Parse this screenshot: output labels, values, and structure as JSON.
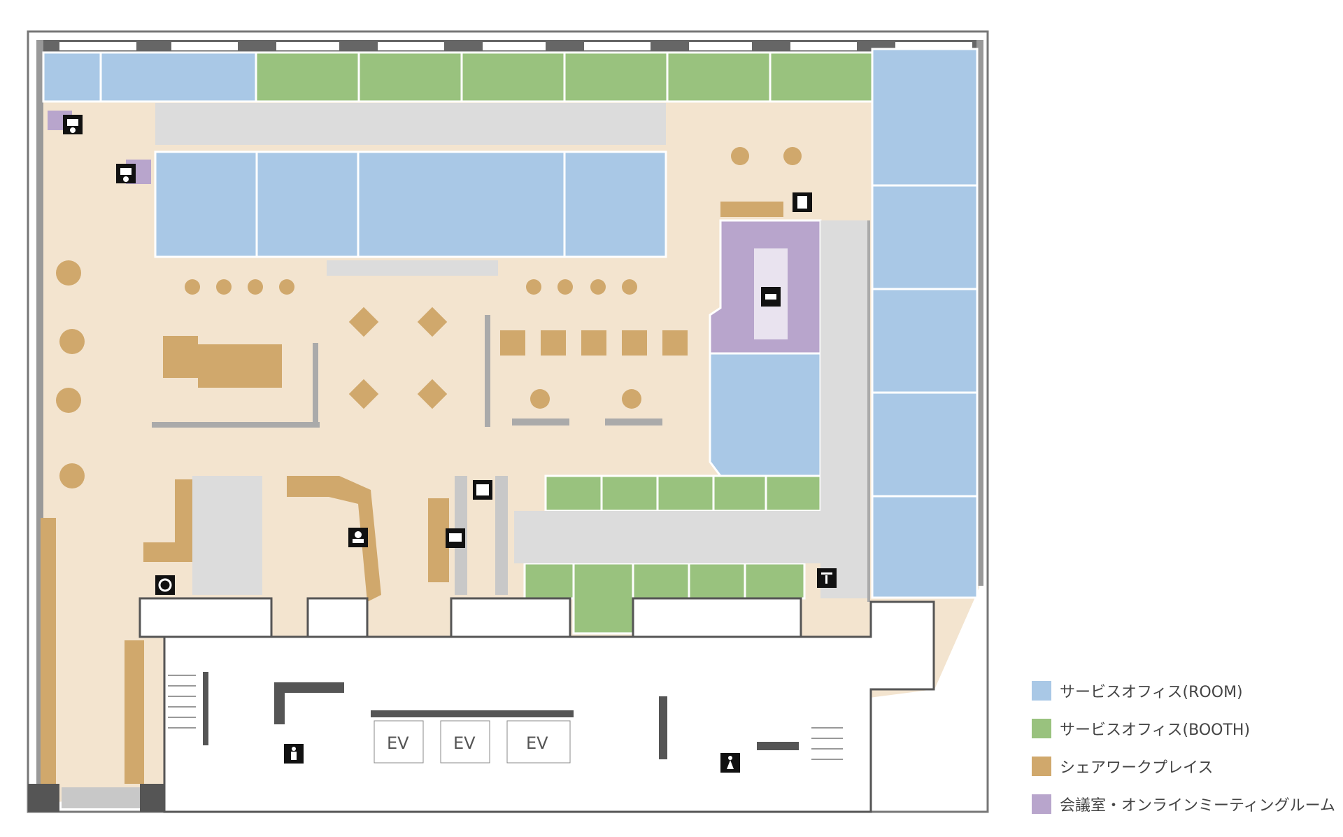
{
  "colors": {
    "service_office_room": "#a9c8e6",
    "service_office_booth": "#99c27e",
    "share_workplace": "#d0a86c",
    "meeting_online_room": "#b8a5cc",
    "floor_beige": "#f3e4cf",
    "corridor_gray": "#dcdcdc",
    "wall_dark": "#555555",
    "frame_white": "#ffffff"
  },
  "icons": [
    "online-meeting-icon",
    "online-meeting-icon",
    "printer-icon",
    "meeting-room-icon",
    "locker-icon",
    "reception-icon",
    "vending-machine-icon",
    "phone-booth-icon",
    "mailbox-icon",
    "restroom-male-icon",
    "restroom-female-icon"
  ],
  "elevators": [
    "EV",
    "EV",
    "EV"
  ],
  "legend": [
    {
      "label": "サービスオフィス(ROOM)",
      "color": "#a9c8e6"
    },
    {
      "label": "サービスオフィス(BOOTH)",
      "color": "#99c27e"
    },
    {
      "label": "シェアワークプレイス",
      "color": "#d0a86c"
    },
    {
      "label": "会議室・オンラインミーティングルーム",
      "color": "#b8a5cc"
    }
  ]
}
